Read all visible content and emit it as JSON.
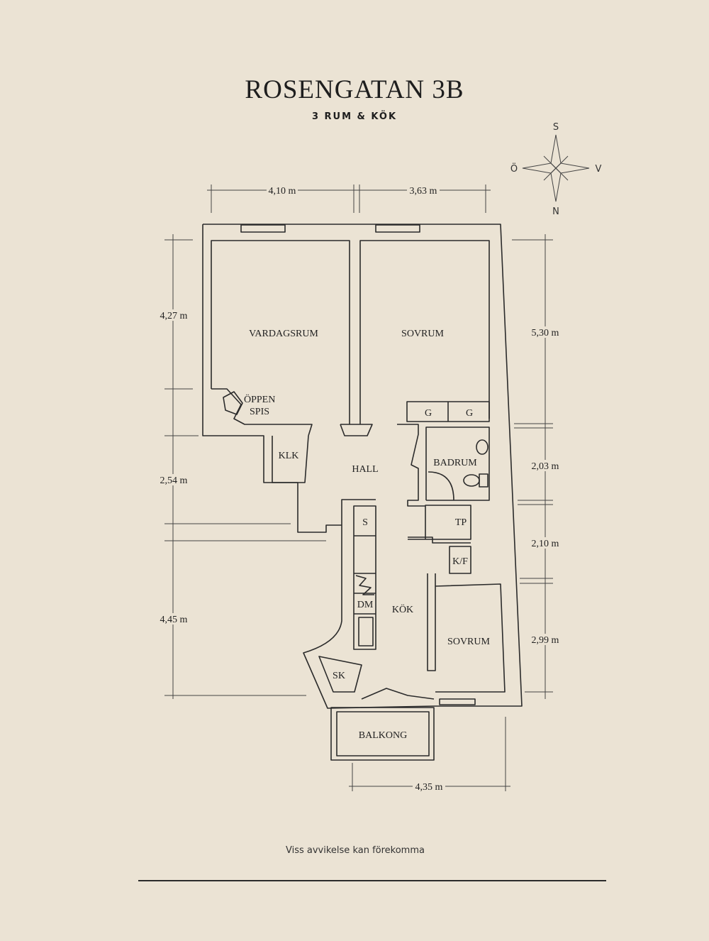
{
  "header": {
    "title": "ROSENGATAN 3B",
    "subtitle": "3 RUM & KÖK"
  },
  "compass": {
    "north": "N",
    "south": "S",
    "east": "Ö",
    "west": "V"
  },
  "rooms": {
    "vardagsrum": "VARDAGSRUM",
    "sovrum1": "SOVRUM",
    "oppen_spis_1": "ÖPPEN",
    "oppen_spis_2": "SPIS",
    "garderob1": "G",
    "garderob2": "G",
    "klk": "KLK",
    "hall": "HALL",
    "badrum": "BADRUM",
    "s": "S",
    "tp": "TP",
    "kf": "K/F",
    "dm": "DM",
    "kok": "KÖK",
    "sovrum2": "SOVRUM",
    "sk": "SK",
    "balkong": "BALKONG"
  },
  "dimensions": {
    "top_left": "4,10 m",
    "top_right": "3,63 m",
    "left_1": "4,27 m",
    "left_2": "2,54 m",
    "left_3": "4,45 m",
    "right_1": "5,30 m",
    "right_2": "2,03 m",
    "right_3": "2,10 m",
    "right_4": "2,99 m",
    "bottom": "4,35 m"
  },
  "footer": {
    "disclaimer": "Viss avvikelse kan förekomma"
  }
}
